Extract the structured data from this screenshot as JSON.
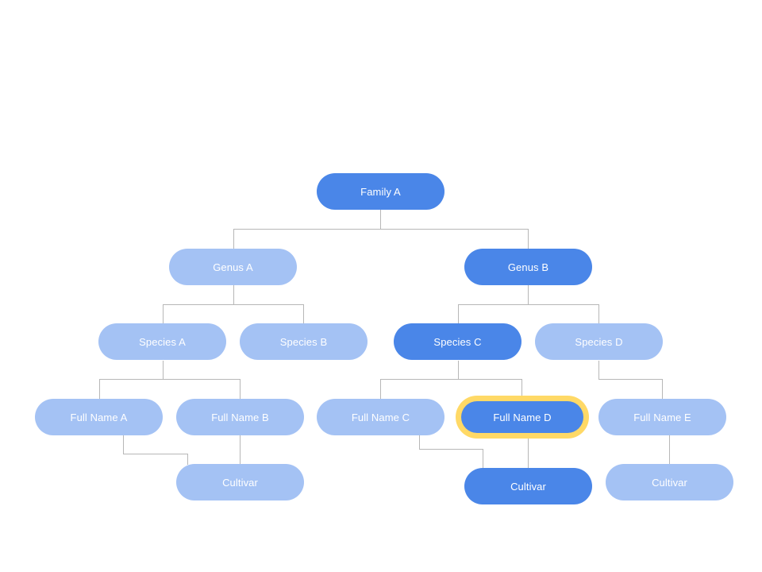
{
  "diagram": {
    "colors": {
      "selected": "#4a86e8",
      "unselected": "#a4c2f4",
      "highlight": "#ffd966",
      "connector": "#b7b7b7"
    },
    "nodes": {
      "family_a": {
        "label": "Family A",
        "state": "selected"
      },
      "genus_a": {
        "label": "Genus A",
        "state": "unselected"
      },
      "genus_b": {
        "label": "Genus B",
        "state": "selected"
      },
      "species_a": {
        "label": "Species A",
        "state": "unselected"
      },
      "species_b": {
        "label": "Species B",
        "state": "unselected"
      },
      "species_c": {
        "label": "Species C",
        "state": "selected"
      },
      "species_d": {
        "label": "Species D",
        "state": "unselected"
      },
      "full_name_a": {
        "label": "Full Name A",
        "state": "unselected"
      },
      "full_name_b": {
        "label": "Full Name B",
        "state": "unselected"
      },
      "full_name_c": {
        "label": "Full Name C",
        "state": "unselected"
      },
      "full_name_d": {
        "label": "Full Name D",
        "state": "selected",
        "highlighted": true
      },
      "full_name_e": {
        "label": "Full Name E",
        "state": "unselected"
      },
      "cultivar_a": {
        "label": "Cultivar",
        "state": "unselected"
      },
      "cultivar_b": {
        "label": "Cultivar",
        "state": "selected"
      },
      "cultivar_c": {
        "label": "Cultivar",
        "state": "unselected"
      }
    }
  }
}
